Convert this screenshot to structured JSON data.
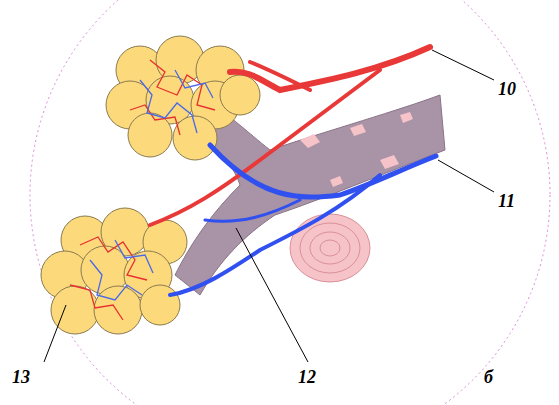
{
  "diagram": {
    "labels": [
      "10",
      "11",
      "12",
      "13",
      "б"
    ]
  }
}
